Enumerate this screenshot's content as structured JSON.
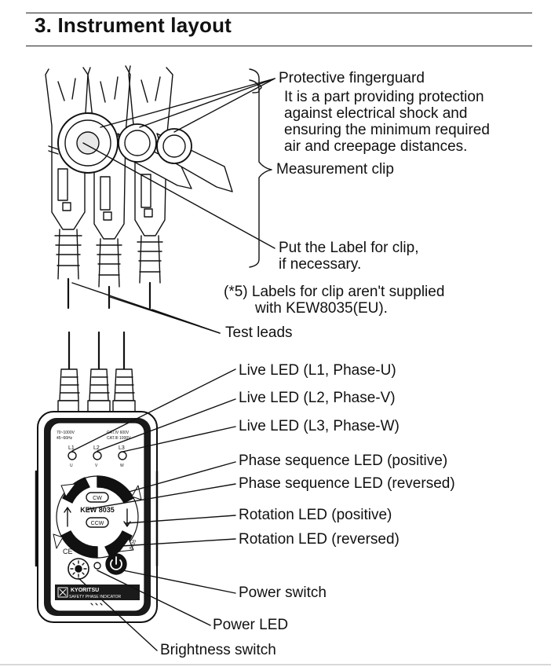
{
  "section": {
    "title": "3. Instrument layout"
  },
  "clip_labels": {
    "fingerguard_title": "Protective fingerguard",
    "fingerguard_desc": [
      "It is a part providing protection",
      "against electrical shock and",
      "ensuring the minimum required",
      "air and creepage distances."
    ],
    "measurement_clip": "Measurement clip",
    "put_label": [
      "Put the Label for clip,",
      "if necessary."
    ],
    "note": [
      "(*5) Labels for clip aren't supplied",
      "with KEW8035(EU)."
    ],
    "test_leads": "Test leads"
  },
  "device_labels": {
    "live_l1": "Live LED (L1, Phase-U)",
    "live_l2": "Live LED (L2, Phase-V)",
    "live_l3": "Live LED (L3, Phase-W)",
    "phase_pos": "Phase sequence LED (positive)",
    "phase_rev": "Phase sequence LED (reversed)",
    "rot_pos": "Rotation LED (positive)",
    "rot_rev": "Rotation LED (reversed)",
    "power_switch": "Power switch",
    "power_led": "Power LED",
    "brightness_switch": "Brightness switch"
  },
  "device": {
    "rating_left": [
      "70~1000V",
      "45~66Hz"
    ],
    "rating_right": [
      "CAT.IV 600V",
      "CAT.III 1000V"
    ],
    "led_l1": "L1",
    "led_l2": "L2",
    "led_l3": "L3",
    "led_u": "U",
    "led_v": "V",
    "led_w": "W",
    "cw": "CW",
    "model": "KEW 8035",
    "ccw": "CCW",
    "ce": "CE",
    "brand": "KYORITSU",
    "product": "SAFETY PHASE INDICATOR",
    "side_code": "8035"
  }
}
